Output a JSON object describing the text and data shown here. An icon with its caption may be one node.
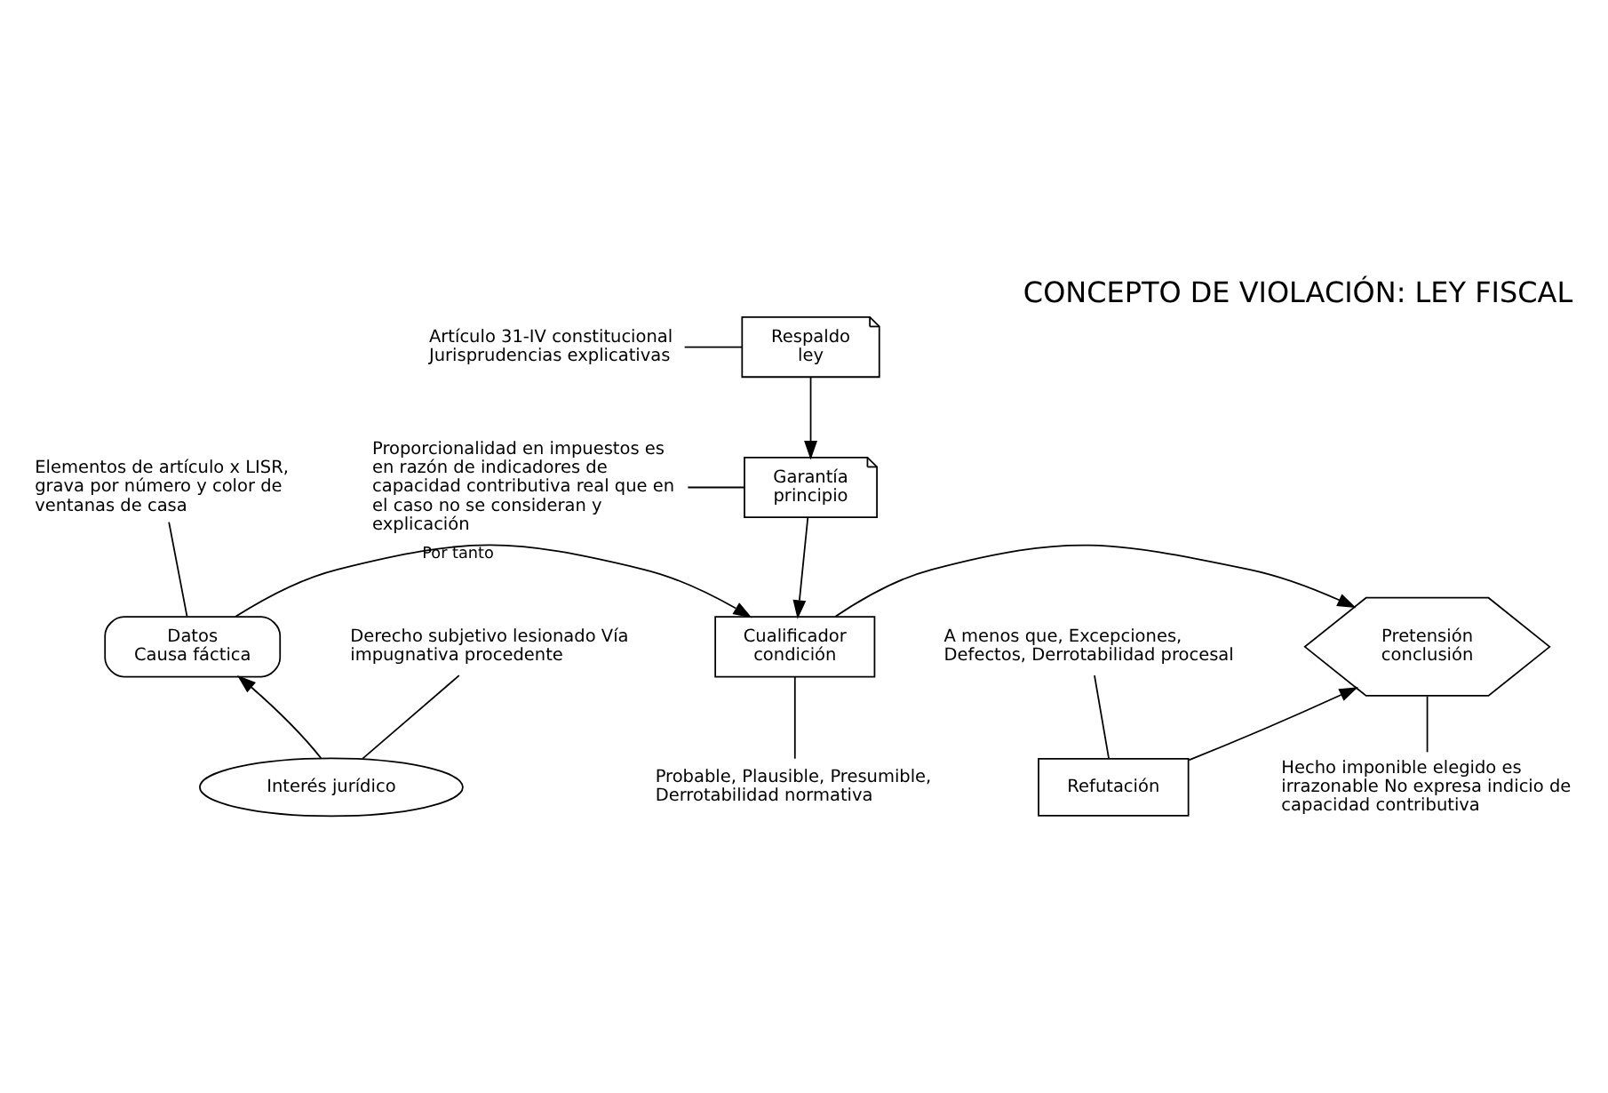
{
  "diagram": {
    "title": "CONCEPTO DE VIOLACIÓN: LEY FISCAL",
    "nodes": [
      {
        "text": [
          "Respaldo",
          "ley"
        ]
      },
      {
        "text": [
          "Artículo 31-IV constitucional Jurisprudencias explicativas"
        ]
      },
      {
        "text": [
          "Garantía",
          "principio"
        ]
      },
      {
        "text": [
          "Proporcionalidad en impuestos es en razón de indicadores de capacidad contributiva real que en el caso no se consideran y explicación"
        ]
      },
      {
        "text": [
          "Elementos de artículo x LISR, grava por número y color de ventanas de casa"
        ]
      },
      {
        "text": [
          "Datos",
          "Causa fáctica"
        ]
      },
      {
        "text": [
          "Cualificador",
          "condición"
        ]
      },
      {
        "text": [
          "Pretensión",
          "conclusión"
        ]
      },
      {
        "text": [
          "Probable, Plausible, Presumible, Derrotabilidad normativa"
        ]
      },
      {
        "text": [
          "Hecho imponible elegido es irrazonable No expresa indicio de capacidad contributiva"
        ]
      },
      {
        "text": [
          "Interés jurídico"
        ]
      },
      {
        "text": [
          "Refutación"
        ]
      },
      {
        "text": [
          "Derecho subjetivo lesionado Vía impugnativa procedente"
        ]
      },
      {
        "text": [
          "A menos que, Excepciones, Defectos, Derrotabilidad procesal"
        ]
      }
    ],
    "edges": [
      {
        "from": 0,
        "to": 2,
        "arrow": "to"
      },
      {
        "from": 5,
        "to": 6,
        "arrow": "to",
        "label": "Por tanto"
      },
      {
        "from": 2,
        "to": 6,
        "arrow": "to"
      },
      {
        "from": 6,
        "to": 7,
        "arrow": "to"
      },
      {
        "from": 11,
        "to": 7,
        "arrow": "to"
      },
      {
        "from": 10,
        "to": 5,
        "arrow": "to"
      },
      {
        "from": 1,
        "to": 0,
        "arrow": "none"
      },
      {
        "from": 3,
        "to": 2,
        "arrow": "none"
      },
      {
        "from": 4,
        "to": 5,
        "arrow": "none"
      },
      {
        "from": 8,
        "to": 6,
        "arrow": "none"
      },
      {
        "from": 9,
        "to": 7,
        "arrow": "none"
      },
      {
        "from": 12,
        "to": 10,
        "arrow": "none"
      },
      {
        "from": 13,
        "to": 11,
        "arrow": "none"
      }
    ]
  }
}
